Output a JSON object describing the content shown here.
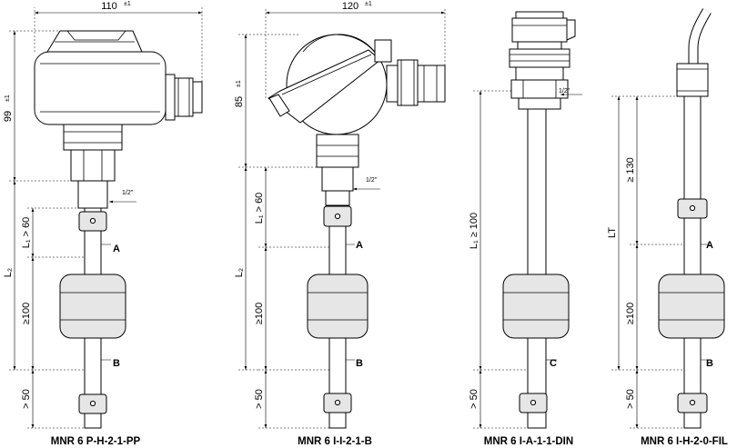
{
  "sensors": [
    {
      "model": "MNR 6 P-H-2-1-PP",
      "width_dim": "110",
      "width_tol": "±1",
      "height_dim": "99",
      "height_tol": "±1",
      "thread": "1/2\"",
      "l1": "L₁ > 60",
      "l2": "L₂",
      "mid": "≥100",
      "bottom": "> 50",
      "point_top": "A",
      "point_bottom": "B"
    },
    {
      "model": "MNR 6 I-I-2-1-B",
      "width_dim": "120",
      "width_tol": "±1",
      "height_dim": "85",
      "height_tol": "±1",
      "thread": "1/2\"",
      "l1": "L₁ > 60",
      "l2": "L₂",
      "mid": "≥100",
      "bottom": "> 50",
      "point_top": "A",
      "point_bottom": "B"
    },
    {
      "model": "MNR 6 I-A-1-1-DIN",
      "thread": "1/2\"",
      "l1": "L₁ ≥ 100",
      "bottom": "> 50",
      "point_bottom": "C"
    },
    {
      "model": "MNR 6 I-H-2-0-FIL",
      "lt": "LT",
      "top_dim": "≥ 130",
      "mid": "≥100",
      "bottom": "> 50",
      "point_top": "A",
      "point_bottom": "B"
    }
  ]
}
